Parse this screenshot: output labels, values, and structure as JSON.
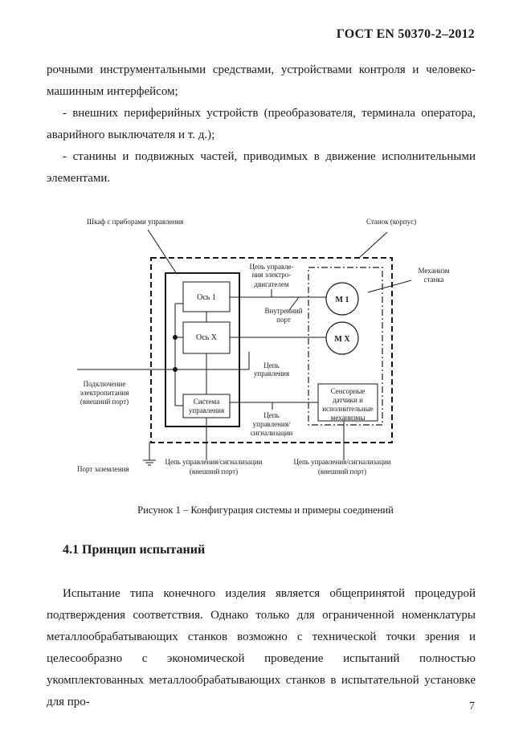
{
  "header": {
    "standard": "ГОСТ EN 50370-2–2012"
  },
  "intro": {
    "line1": "рочными инструментальными средствами, устройствами контроля  и человеко-машинным интерфейсом;",
    "bullet2": "- внешних периферийных устройств (преобразователя, терминала оператора, аварийного выключателя и т. д.);",
    "bullet3": "- станины и подвижных частей, приводимых в движение исполнительными элементами."
  },
  "figure": {
    "cabinet_label": "Шкаф с приборами управления",
    "machine_label": "Станок (корпус)",
    "mechanism_label": [
      "Механизм",
      "станка"
    ],
    "axis1": "Ось 1",
    "axisx": "Ось X",
    "motor1": "М 1",
    "motorx": "М X",
    "motor_circuit": [
      "Цепь управле-",
      "ния электро-",
      "двигателем"
    ],
    "internal_port": [
      "Внутренний",
      "порт"
    ],
    "control_circuit": [
      "Цепь",
      "управления"
    ],
    "control_system": [
      "Система",
      "управления"
    ],
    "sensors": [
      "Сенсорные",
      "датчики и",
      "исполнительные",
      "механизмы"
    ],
    "signal_circuit": [
      "Цепь",
      "управления/",
      "сигнализации"
    ],
    "power_port": [
      "Подключение",
      "электропитания",
      "(внешний порт)"
    ],
    "ground_port": "Порт заземления",
    "ext_port_left": [
      "Цепь управления/сигнализации",
      "(внешний порт)"
    ],
    "ext_port_right": [
      "Цепь управления/сигнализации",
      "(внешний порт)"
    ]
  },
  "caption": "Рисунок 1 – Конфигурация системы и примеры соединений",
  "section": {
    "title": "4.1 Принцип испытаний"
  },
  "body": {
    "paragraph": "Испытание типа конечного изделия является общепринятой процедурой подтверждения соответствия. Однако только для ограниченной номенклатуры металлообрабатывающих станков возможно с технической точки зрения и целесообразно с экономической проведение испытаний полностью укомплектованных металлообрабатывающих станков в испытательной установке для про-"
  },
  "page_number": "7"
}
